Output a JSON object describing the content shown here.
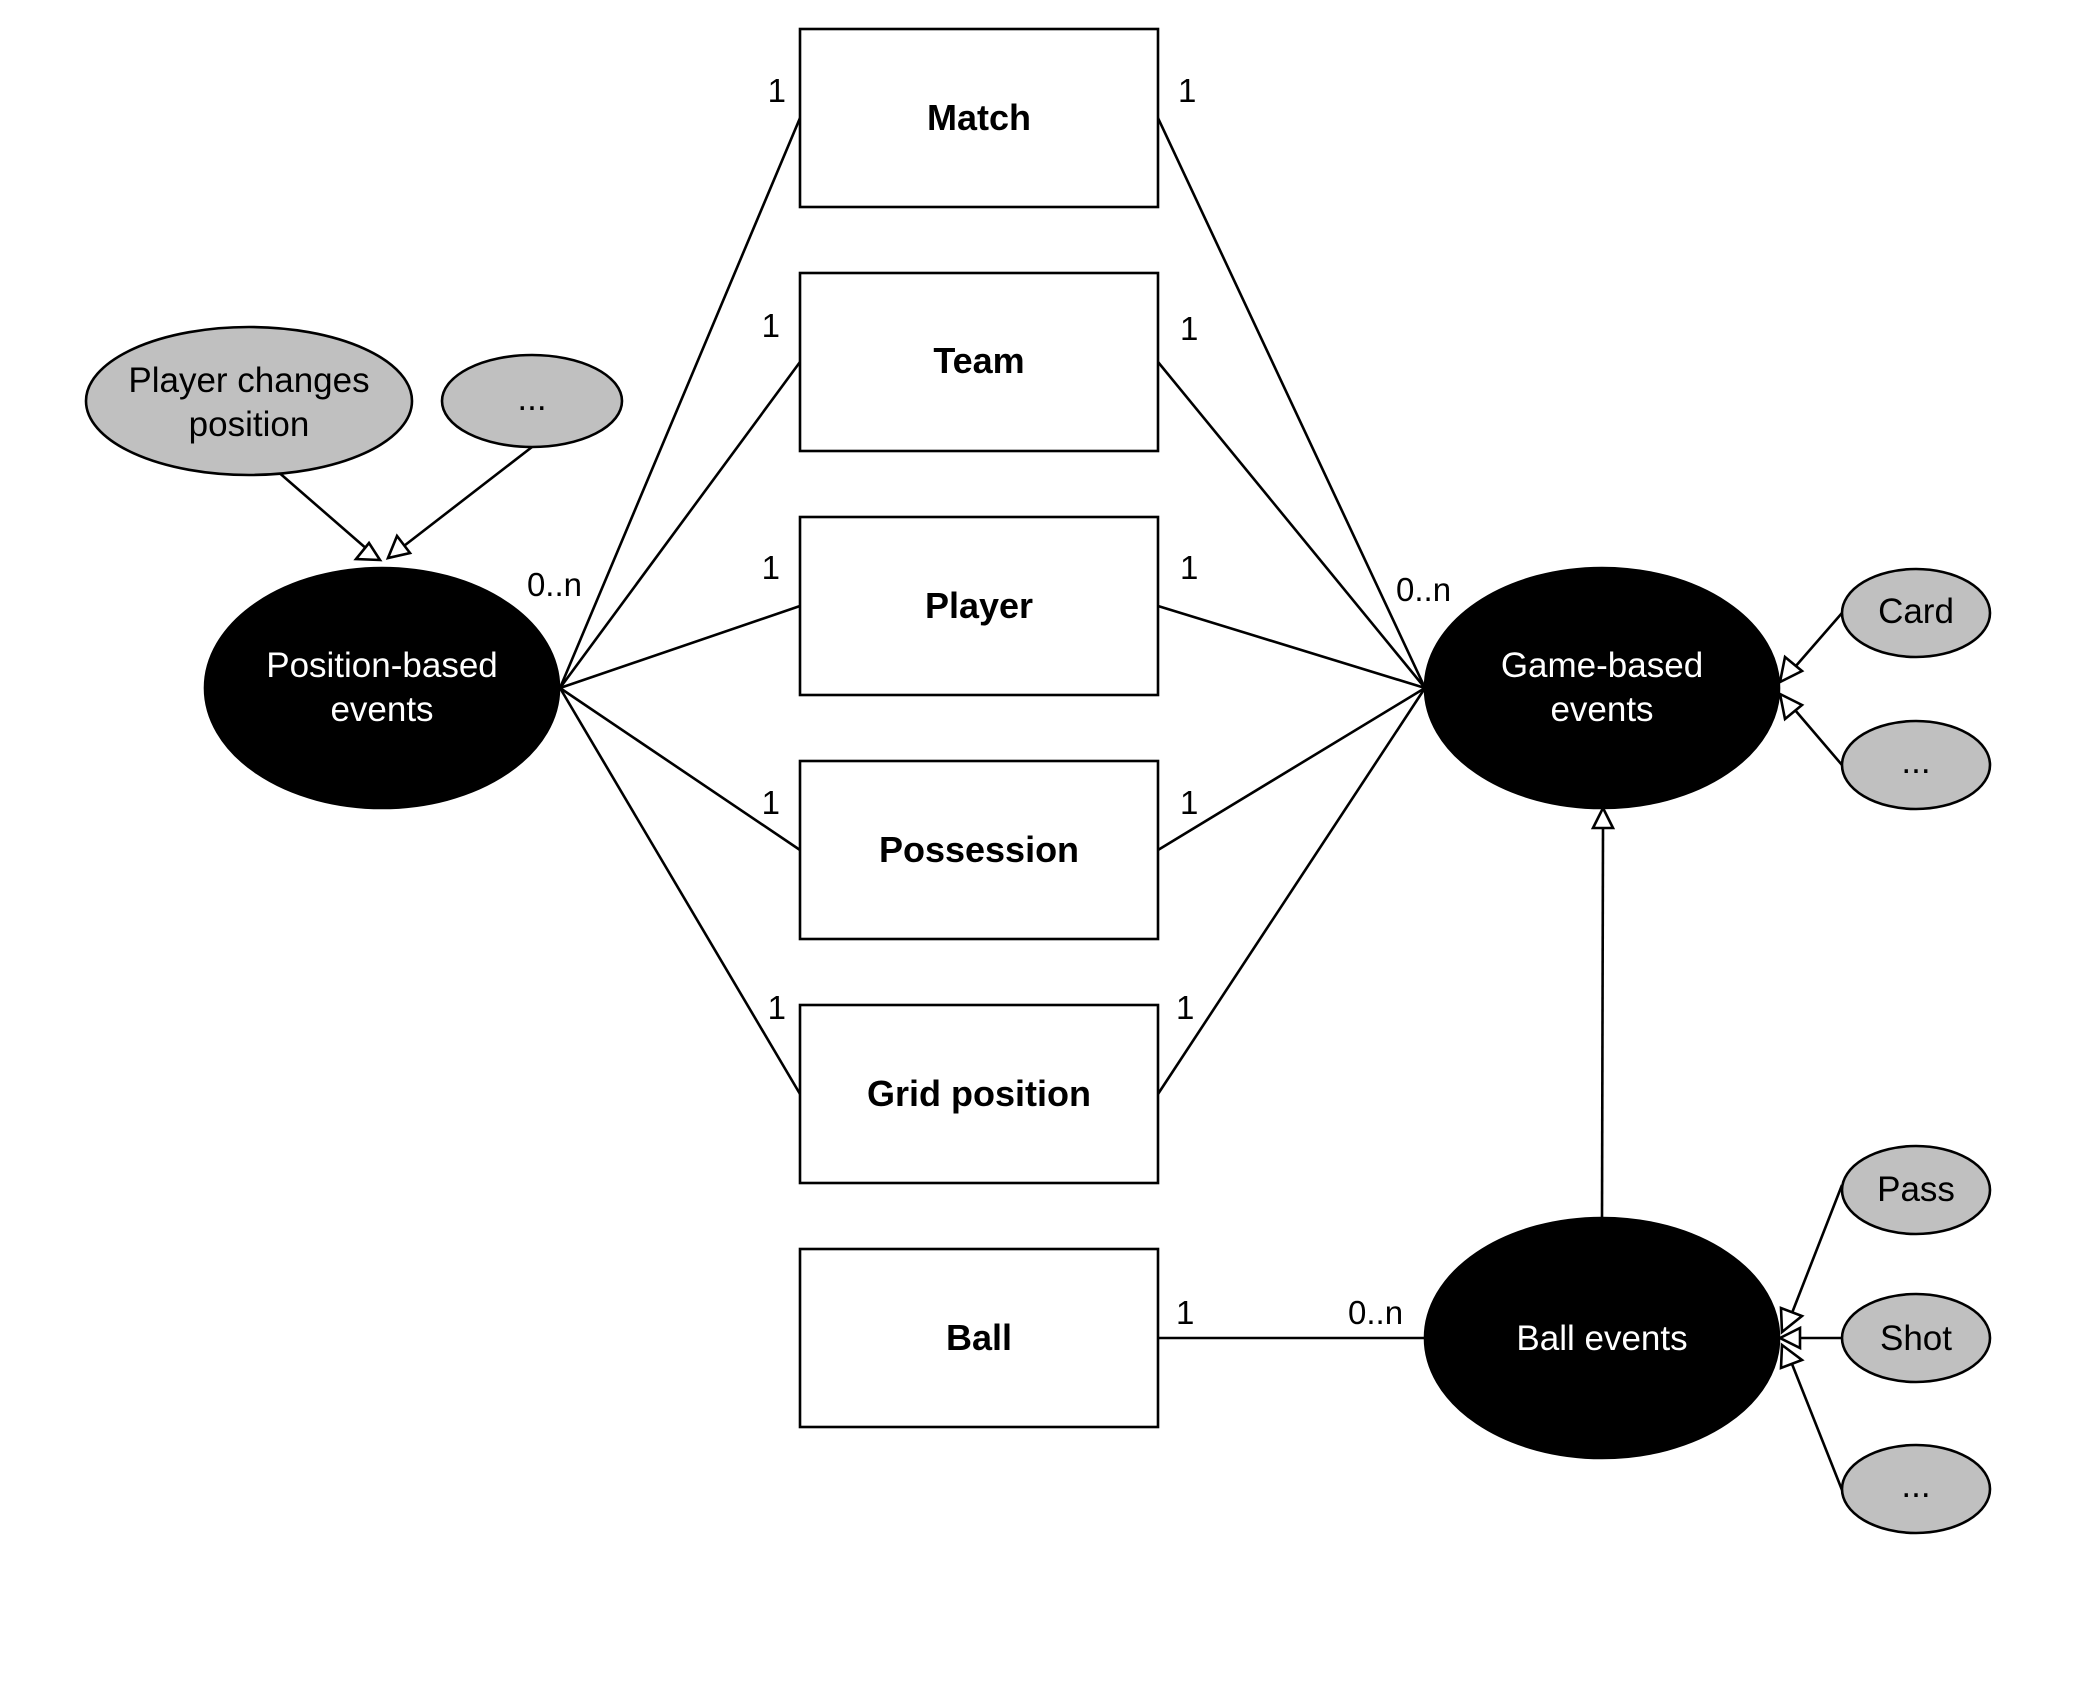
{
  "entities": {
    "match": "Match",
    "team": "Team",
    "player": "Player",
    "possession": "Possession",
    "grid_position": "Grid position",
    "ball": "Ball"
  },
  "event_types": {
    "position_based": [
      "Position-based",
      "events"
    ],
    "game_based": [
      "Game-based",
      "events"
    ],
    "ball_events": [
      "Ball events"
    ]
  },
  "subtypes": {
    "player_changes_position": [
      "Player changes",
      "position"
    ],
    "position_other": [
      "..."
    ],
    "card": [
      "Card"
    ],
    "game_other": [
      "..."
    ],
    "pass": [
      "Pass"
    ],
    "shot": [
      "Shot"
    ],
    "ball_other": [
      "..."
    ]
  },
  "multiplicities": {
    "one": "1",
    "many": "0..n"
  }
}
